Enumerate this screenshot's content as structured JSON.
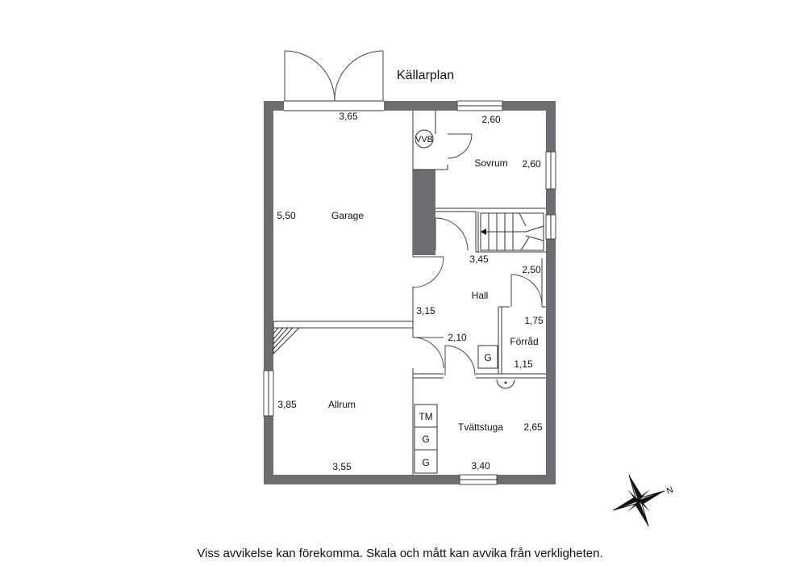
{
  "title": "Källarplan",
  "rooms": {
    "garage": {
      "name": "Garage",
      "width": "3,65",
      "height": "5,50"
    },
    "sovrum": {
      "name": "Sovrum",
      "width": "2,60",
      "height": "2,60"
    },
    "hall": {
      "name": "Hall",
      "d1": "3,45",
      "d2": "2,50",
      "d3": "3,15",
      "d4": "2,10"
    },
    "forrad": {
      "name": "Förråd",
      "height": "1,75",
      "width": "1,15"
    },
    "allrum": {
      "name": "Allrum",
      "height": "3,85",
      "width": "3,55"
    },
    "tvattstuga": {
      "name": "Tvättstuga",
      "height": "2,65",
      "width": "3,40"
    }
  },
  "fixtures": {
    "vvb": "VVB",
    "tm": "TM",
    "g1": "G",
    "g2": "G",
    "g3": "G"
  },
  "compass": {
    "north_label": "N"
  },
  "disclaimer": "Viss avvikelse kan förekomma. Skala och mått kan avvika från verkligheten."
}
